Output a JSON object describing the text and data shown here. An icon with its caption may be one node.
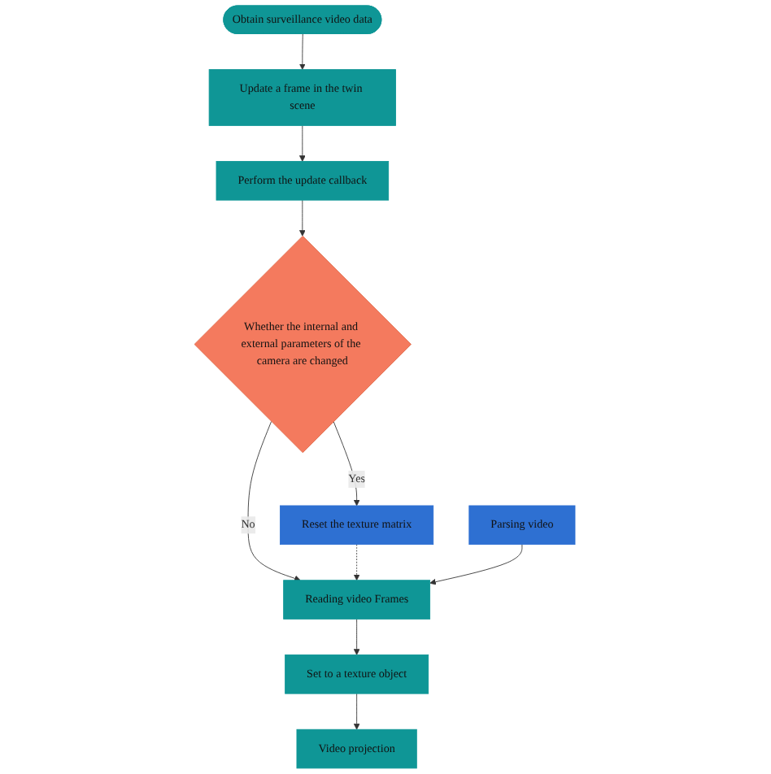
{
  "diagram": {
    "nodes": [
      {
        "text": [
          "Obtain surveillance video data"
        ]
      },
      {
        "text": [
          "Update a frame in the twin scene"
        ]
      },
      {
        "text": [
          "Perform the update callback"
        ]
      },
      {
        "text": [
          "Whether the internal and external parameters of the camera are changed"
        ]
      },
      {
        "text": [
          "Reset the texture matrix"
        ]
      },
      {
        "text": [
          "Reading video Frames"
        ]
      },
      {
        "text": [
          "Parsing video"
        ]
      },
      {
        "text": [
          "Set to a texture object"
        ]
      },
      {
        "text": [
          "Video projection"
        ]
      }
    ],
    "edges": [
      {
        "from": 0,
        "to": 1,
        "arrow": "to"
      },
      {
        "from": 1,
        "to": 2,
        "arrow": "to"
      },
      {
        "from": 2,
        "to": 3,
        "arrow": "to"
      },
      {
        "from": 3,
        "to": 4,
        "arrow": "to",
        "label": "Yes"
      },
      {
        "from": 3,
        "to": 5,
        "arrow": "to",
        "label": "No"
      },
      {
        "from": 4,
        "to": 5,
        "arrow": "to",
        "style": "dashed"
      },
      {
        "from": 6,
        "to": 5,
        "arrow": "to"
      },
      {
        "from": 5,
        "to": 7,
        "arrow": "to"
      },
      {
        "from": 7,
        "to": 8,
        "arrow": "to"
      }
    ]
  }
}
